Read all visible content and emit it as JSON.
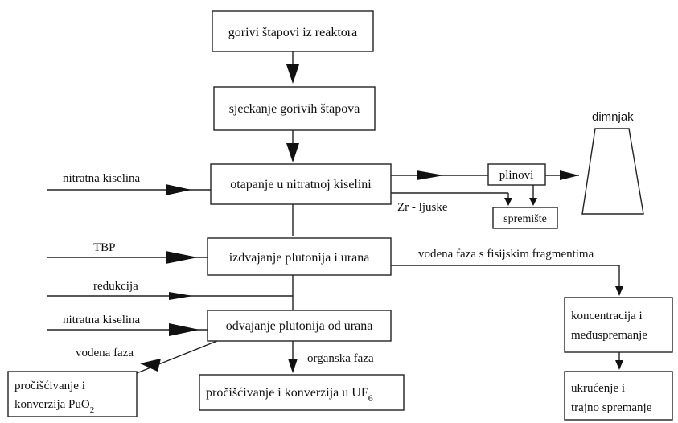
{
  "boxes": {
    "fuel_rods": "gorivi štapovi iz reaktora",
    "chopping": "sjeckanje gorivih štapova",
    "dissolving": "otapanje u nitratnoj kiselini",
    "separation": "izdvajanje plutonija i urana",
    "partition": "odvajanje plutonija od urana",
    "puo2_line1": "pročišćivanje i",
    "puo2_line2": "konverzija PuO",
    "puo2_sub": "2",
    "uf6_main": "pročišćivanje i konverzija u UF",
    "uf6_sub": "6",
    "gases": "plinovi",
    "storage": "spremište",
    "concentration_line1": "koncentracija i",
    "concentration_line2": "međuspremanje",
    "solidification_line1": "ukrućenje i",
    "solidification_line2": "trajno spremanje"
  },
  "labels": {
    "chimney": "dimnjak",
    "nitric_acid_1": "nitratna kiselina",
    "zr_shells": "Zr - ljuske",
    "tbp": "TBP",
    "aqueous_fission": "vodena faza s fisijskim fragmentima",
    "reduction": "redukcija",
    "nitric_acid_2": "nitratna kiselina",
    "aqueous_phase": "vodena faza",
    "organic_phase": "organska faza"
  }
}
